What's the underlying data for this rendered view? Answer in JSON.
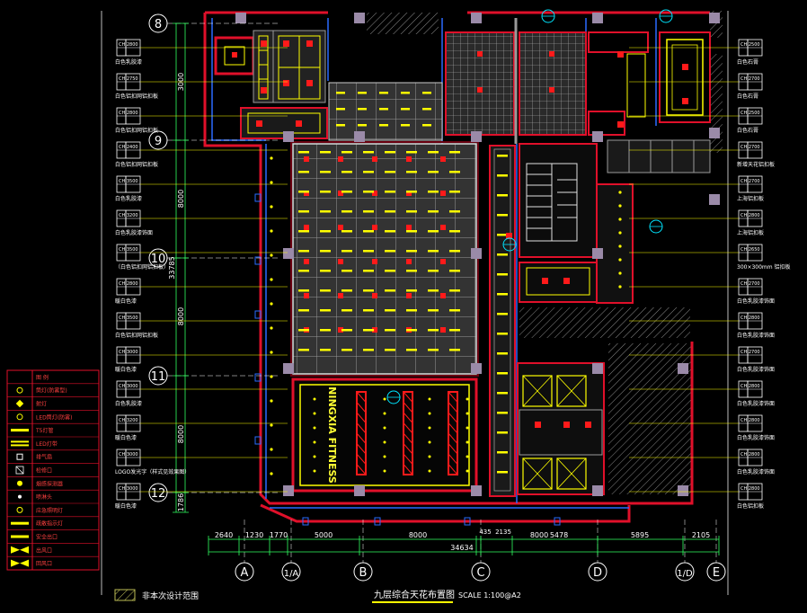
{
  "colors": {
    "background": "#000000",
    "wall_red": "#e0102a",
    "wall_dark": "#6a0010",
    "grid_line": "#9a9a9a",
    "tile_fill": "#3a3a3a",
    "fixture_yellow": "#ffff00",
    "spot_red": "#ff1a1a",
    "pillar": "#9a8aa8",
    "blue_line": "#2a6bff",
    "text_white": "#ffffff",
    "text_yellow": "#ffff33",
    "dim_green": "#30ff60",
    "cyan": "#00e5ff"
  },
  "drawing": {
    "title": "九层综合天花布置图",
    "scale_label": "SCALE 1:100@A2",
    "legend_hatch_label": "非本次设计范围",
    "fitness_text": "NINGXIA FITNESS"
  },
  "grid_rows": [
    {
      "label": "8"
    },
    {
      "label": "9"
    },
    {
      "label": "10"
    },
    {
      "label": "11"
    },
    {
      "label": "12"
    }
  ],
  "grid_cols": [
    {
      "label": "A"
    },
    {
      "label": "1/A"
    },
    {
      "label": "B"
    },
    {
      "label": "C"
    },
    {
      "label": "D"
    },
    {
      "label": "1/D"
    },
    {
      "label": "E"
    }
  ],
  "bottom_dims": [
    "2640",
    "1230",
    "1770",
    "5000",
    "8000",
    "8000",
    "5478",
    "5895",
    "2105"
  ],
  "bottom_dims_extra": [
    "435",
    "2135"
  ],
  "total_width_dim": "34634",
  "left_dims": [
    "3000",
    "8000",
    "8000",
    "8000",
    "1786"
  ],
  "left_total_dim": "33785",
  "left_tags": [
    {
      "code": "CH 2800",
      "sub": "白色乳胶漆"
    },
    {
      "code": "CH 2750",
      "sub": "白色铝扣网铝扣板"
    },
    {
      "code": "CH 2800",
      "sub": "白色铝扣网铝扣板"
    },
    {
      "code": "CH 2400",
      "sub": "白色铝扣网铝扣板"
    },
    {
      "code": "CH 3500",
      "sub": "白色乳胶漆"
    },
    {
      "code": "CH 3200",
      "sub": "白色乳胶漆饰面"
    },
    {
      "code": "CH 3500",
      "sub": "（白色铝扣网铝扣板）"
    },
    {
      "code": "CH 2800",
      "sub": "暖白色漆"
    },
    {
      "code": "CH 3500",
      "sub": "白色铝扣网铝扣板"
    },
    {
      "code": "CH 3000",
      "sub": "暖白色漆"
    },
    {
      "code": "CH 3000",
      "sub": "白色乳胶漆"
    },
    {
      "code": "CH 3200",
      "sub": "暖白色漆"
    },
    {
      "code": "CH 3000",
      "sub": "LOGO发光字（样式见效果图）"
    },
    {
      "code": "CH 3000",
      "sub": "暖白色漆"
    }
  ],
  "right_tags": [
    {
      "code": "CH 2500",
      "sub": "白色石膏"
    },
    {
      "code": "CH 2700",
      "sub": "白色石膏"
    },
    {
      "code": "CH 2500",
      "sub": "白色石膏"
    },
    {
      "code": "CH 2700",
      "sub": "新增天花铝扣板"
    },
    {
      "code": "CH 2700",
      "sub": "上海铝扣板"
    },
    {
      "code": "CH 2800",
      "sub": "上海铝扣板"
    },
    {
      "code": "CH 2650",
      "sub": "300×300mm 铝扣板"
    },
    {
      "code": "CH 2700",
      "sub": "白色乳胶漆饰面"
    },
    {
      "code": "CH 2800",
      "sub": "白色乳胶漆饰面"
    },
    {
      "code": "CH 2700",
      "sub": "白色乳胶漆饰面"
    },
    {
      "code": "CH 2800",
      "sub": "白色乳胶漆饰面"
    },
    {
      "code": "CH 2800",
      "sub": "白色乳胶漆饰面"
    },
    {
      "code": "CH 2800",
      "sub": "白色乳胶漆饰面"
    },
    {
      "code": "CH 2800",
      "sub": "白色铝扣板"
    }
  ],
  "legend_rows": [
    {
      "label": "图 例"
    },
    {
      "label": "筒灯(防雾型)"
    },
    {
      "label": "射灯"
    },
    {
      "label": "LED筒灯(防雾)"
    },
    {
      "label": "T5灯管"
    },
    {
      "label": "LED灯带"
    },
    {
      "label": "排气扇"
    },
    {
      "label": "检修口"
    },
    {
      "label": "烟感探测器"
    },
    {
      "label": "喷淋头"
    },
    {
      "label": "应急照明灯"
    },
    {
      "label": "疏散指示灯"
    },
    {
      "label": "安全出口"
    },
    {
      "label": "出风口"
    },
    {
      "label": "回风口"
    }
  ]
}
